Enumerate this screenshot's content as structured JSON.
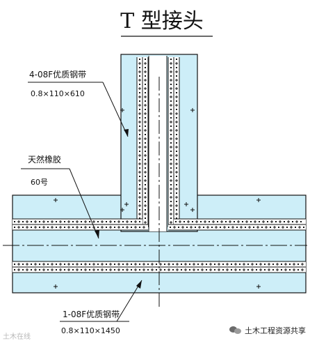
{
  "title": "T 型接头",
  "callouts": {
    "top_name": "4-08F优质钢带",
    "top_dims": "0.8×110×610",
    "rubber_name": "天然橡胶",
    "rubber_dims": "60号",
    "bottom_name": "1-08F优质钢带",
    "bottom_dims": "0.8×110×1450"
  },
  "watermarks": {
    "left": "土木在线",
    "right": "土木工程资源共享"
  },
  "icons": [
    "wechat-icon"
  ],
  "colors": {
    "fill": "#cdeef8",
    "line": "#111111"
  }
}
